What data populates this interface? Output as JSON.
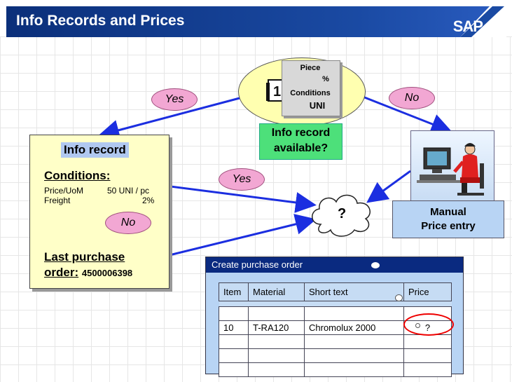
{
  "header": {
    "title": "Info Records and Prices",
    "logo": "SAP"
  },
  "center": {
    "card": {
      "line1": "Piece",
      "line2": "%",
      "line3": "Conditions",
      "line4": "UNI"
    },
    "question": {
      "line1": "Info record",
      "line2": "available?"
    }
  },
  "labels": {
    "yes_top": "Yes",
    "no_top": "No",
    "yes_mid": "Yes",
    "no_left": "No"
  },
  "info_record": {
    "title": "Info record",
    "conditions_label": "Conditions:",
    "price_label": "Price/UoM",
    "price_value": "50 UNI / pc",
    "freight_label": "Freight",
    "freight_value": "2%",
    "last_po_line1": "Last purchase",
    "last_po_line2": "order:",
    "last_po_number": "4500006398"
  },
  "manual": {
    "line1": "Manual",
    "line2": "Price entry"
  },
  "cloud": {
    "symbol": "?"
  },
  "purchase_order": {
    "title": "Create purchase order",
    "columns": [
      "Item",
      "Material",
      "Short text",
      "Price"
    ],
    "rows": [
      [
        "",
        "",
        "",
        ""
      ],
      [
        "10",
        "T-RA120",
        "Chromolux 2000",
        "?"
      ],
      [
        "",
        "",
        "",
        ""
      ],
      [
        "",
        "",
        "",
        ""
      ],
      [
        "",
        "",
        "",
        ""
      ]
    ]
  },
  "colors": {
    "header": "#0b2f7a",
    "arrow": "#1b2ee0",
    "pill": "#f2a7d3",
    "green": "#4de07a"
  }
}
